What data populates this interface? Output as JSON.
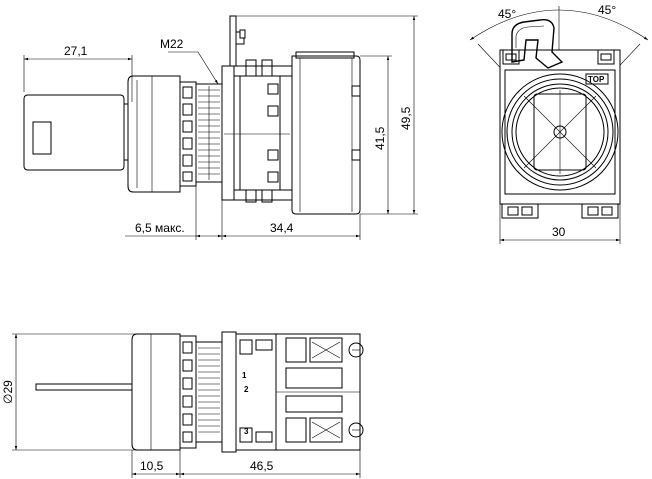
{
  "side_view": {
    "dim_key_length": "27,1",
    "dim_thread": "M22",
    "dim_panel_max": "6,5 макс.",
    "dim_body_length": "34,4",
    "dim_height_inner": "41,5",
    "dim_height_total": "49,5"
  },
  "front_view": {
    "angle_left": "45°",
    "angle_right": "45°",
    "top_marking": "TOP",
    "dim_width": "30"
  },
  "bottom_view": {
    "dim_diameter": "∅29",
    "dim_bezel": "10,5",
    "dim_total": "46,5",
    "terminal_labels": [
      "1",
      "2",
      "3"
    ]
  }
}
